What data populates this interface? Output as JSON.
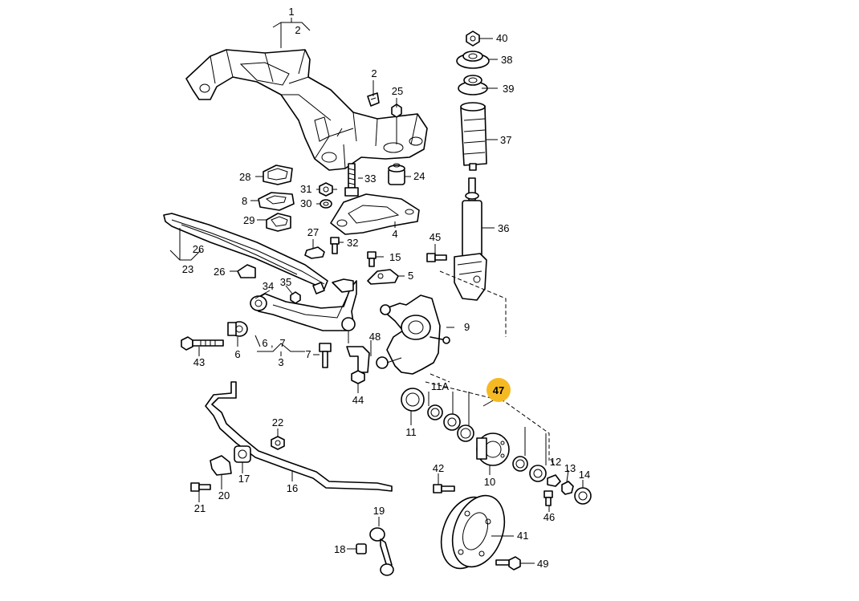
{
  "diagram": {
    "highlight": {
      "label": "47",
      "color": "#f5b923"
    },
    "labels": {
      "l1": "1",
      "l2a": "2",
      "l2b": "2",
      "l3": "3",
      "l4": "4",
      "l5": "5",
      "l6a": "6",
      "l6b": "6",
      "l7a": "7",
      "l7b": "7",
      "l8": "8",
      "l9": "9",
      "l10": "10",
      "l11": "11",
      "l11a": "11A",
      "l12": "12",
      "l13": "13",
      "l14": "14",
      "l15": "15",
      "l16": "16",
      "l17": "17",
      "l18": "18",
      "l19": "19",
      "l20": "20",
      "l21": "21",
      "l22": "22",
      "l23": "23",
      "l24": "24",
      "l25": "25",
      "l26a": "26",
      "l26b": "26",
      "l27": "27",
      "l28": "28",
      "l29": "29",
      "l30": "30",
      "l31": "31",
      "l32": "32",
      "l33": "33",
      "l34": "34",
      "l35": "35",
      "l36": "36",
      "l37": "37",
      "l38": "38",
      "l39": "39",
      "l40": "40",
      "l41": "41",
      "l42": "42",
      "l43": "43",
      "l44": "44",
      "l45": "45",
      "l46": "46",
      "l48": "48",
      "l49": "49"
    },
    "sep_comma": ","
  }
}
